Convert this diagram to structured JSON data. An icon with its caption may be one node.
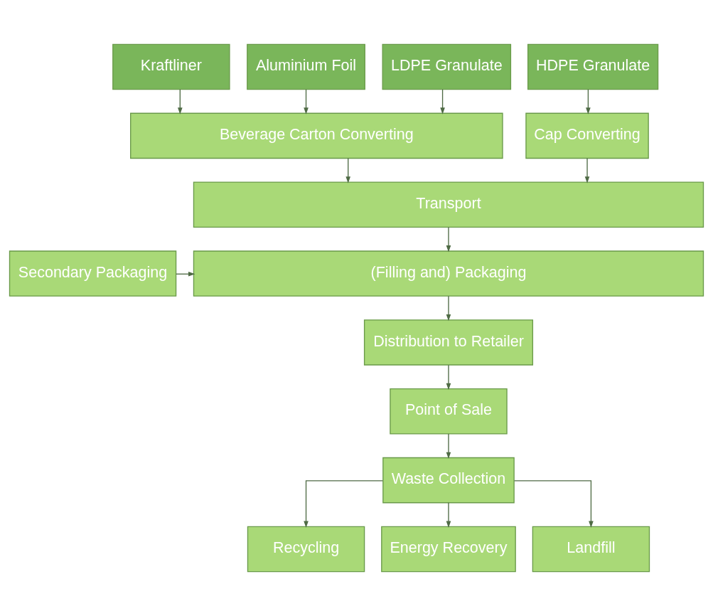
{
  "diagram": {
    "nodes": [
      {
        "text": [
          "Kraftliner"
        ]
      },
      {
        "text": [
          "Aluminium Foil"
        ]
      },
      {
        "text": [
          "LDPE Granulate"
        ]
      },
      {
        "text": [
          "HDPE Granulate"
        ]
      },
      {
        "text": [
          "Beverage Carton Converting"
        ]
      },
      {
        "text": [
          "Cap Converting"
        ]
      },
      {
        "text": [
          "Transport"
        ]
      },
      {
        "text": [
          "(Filling and) Packaging"
        ]
      },
      {
        "text": [
          "Secondary Packaging"
        ]
      },
      {
        "text": [
          "Distribution to Retailer"
        ]
      },
      {
        "text": [
          "Point of Sale"
        ]
      },
      {
        "text": [
          "Waste Collection"
        ]
      },
      {
        "text": [
          "Recycling"
        ]
      },
      {
        "text": [
          "Energy Recovery"
        ]
      },
      {
        "text": [
          "Landfill"
        ]
      }
    ],
    "edges": [
      {
        "from": 0,
        "to": 4,
        "arrow": "to"
      },
      {
        "from": 1,
        "to": 4,
        "arrow": "to"
      },
      {
        "from": 2,
        "to": 4,
        "arrow": "to"
      },
      {
        "from": 3,
        "to": 5,
        "arrow": "to"
      },
      {
        "from": 4,
        "to": 6,
        "arrow": "to"
      },
      {
        "from": 5,
        "to": 6,
        "arrow": "to"
      },
      {
        "from": 6,
        "to": 7,
        "arrow": "to"
      },
      {
        "from": 8,
        "to": 7,
        "arrow": "to"
      },
      {
        "from": 7,
        "to": 9,
        "arrow": "to"
      },
      {
        "from": 9,
        "to": 10,
        "arrow": "to"
      },
      {
        "from": 10,
        "to": 11,
        "arrow": "to"
      },
      {
        "from": 11,
        "to": 12,
        "arrow": "to"
      },
      {
        "from": 11,
        "to": 13,
        "arrow": "to"
      },
      {
        "from": 11,
        "to": 14,
        "arrow": "to"
      }
    ]
  }
}
